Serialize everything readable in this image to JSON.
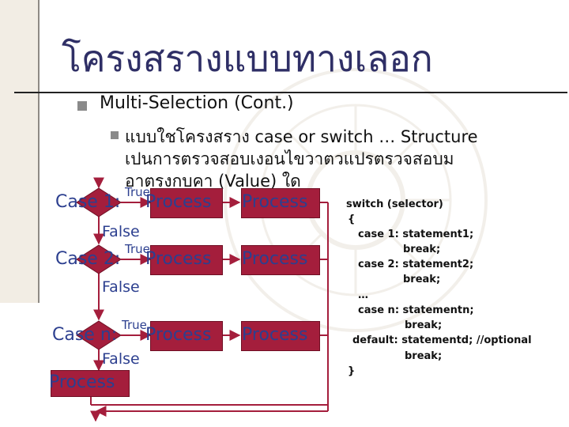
{
  "slide_title": "โครงสรางแบบทางเลอก",
  "bullet1": "Multi-Selection (Cont.)",
  "bullet2_lines": [
    "แบบใชโครงสราง   case or switch … Structure",
    "เปนการตรวจสอบเงอนไขวาตวแปรตรวจสอบม",
    "อาตรงกบคา         (Value) ใด"
  ],
  "flowchart": {
    "cases": [
      {
        "case_label": "Case 1:",
        "true_label": "True",
        "process1": "Process",
        "process2": "Process",
        "false_label": "False"
      },
      {
        "case_label": "Case 2:",
        "true_label": "True",
        "process1": "Process",
        "process2": "Process",
        "false_label": "False"
      },
      {
        "case_label": "Case n:",
        "true_label": "True",
        "process1": "Process",
        "process2": "Process",
        "false_label": "False"
      }
    ],
    "default_process": "Process"
  },
  "code_lines": [
    "switch (selector)",
    "{",
    "case 1: statement1;",
    "break;",
    "case 2: statement2;",
    "break;",
    "…",
    "case n: statementn;",
    "break;",
    "default: statementd; //optional",
    "break;",
    "}"
  ],
  "colors": {
    "box": "#a41e3c",
    "label": "#2c3f8f",
    "title": "#2f2f66",
    "arrow": "#a41e3c"
  }
}
